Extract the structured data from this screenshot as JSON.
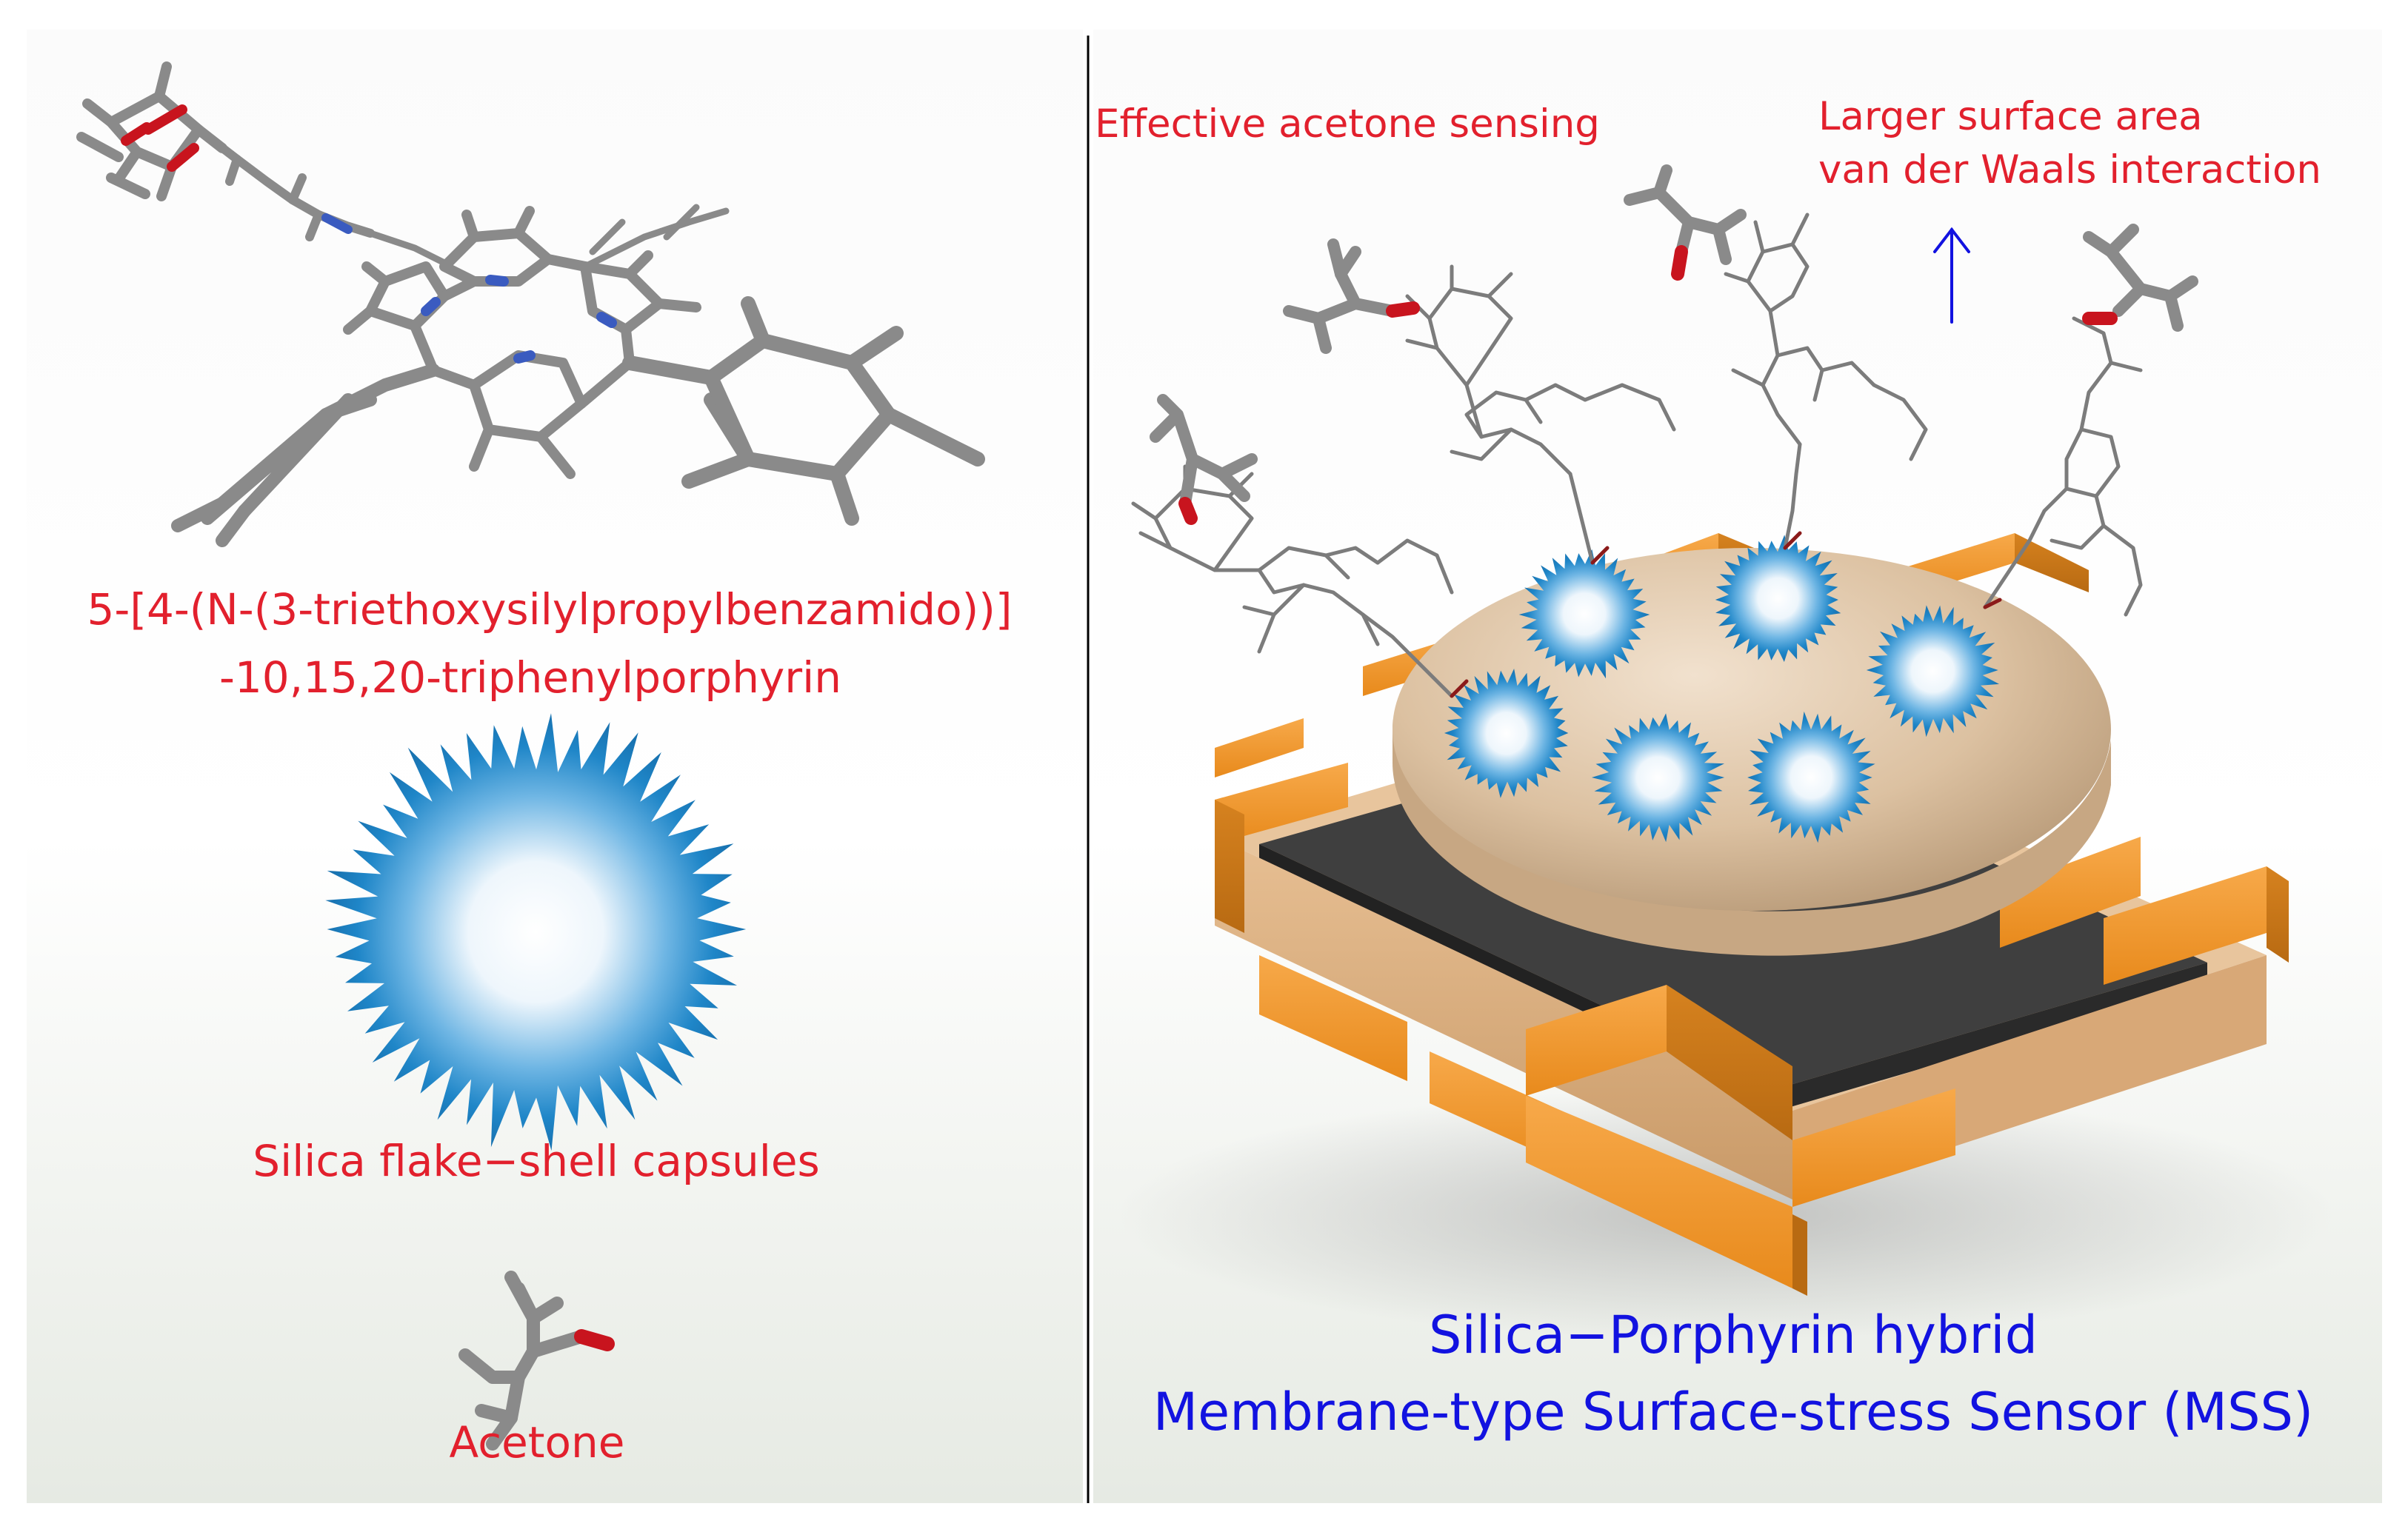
{
  "left_panel": {
    "molecule_name_line1": "5-[4-(N-(3-triethoxysilylpropylbenzamido))]",
    "molecule_name_line2": "-10,15,20-triphenylporphyrin",
    "capsule_label": "Silica flake−shell capsules",
    "acetone_label": "Acetone"
  },
  "right_panel": {
    "effective_sensing": "Effective acetone sensing",
    "surface_area_line1": "Larger surface area",
    "surface_area_line2": "van der Waals interaction",
    "title_line1": "Silica−Porphyrin hybrid",
    "title_line2": "Membrane-type Surface-stress Sensor (MSS)"
  },
  "colors": {
    "label_red": "#e2202d",
    "title_blue": "#1212e0",
    "bond_gray": "#8a8a8a",
    "oxygen_red": "#c8141e",
    "nitrogen_blue": "#3a5bc0",
    "frame_orange": "#f39a2c",
    "cap_beige": "#e2c9ab",
    "membrane_dark": "#3f3f3f",
    "capsule_blue": "#1f86c8"
  }
}
